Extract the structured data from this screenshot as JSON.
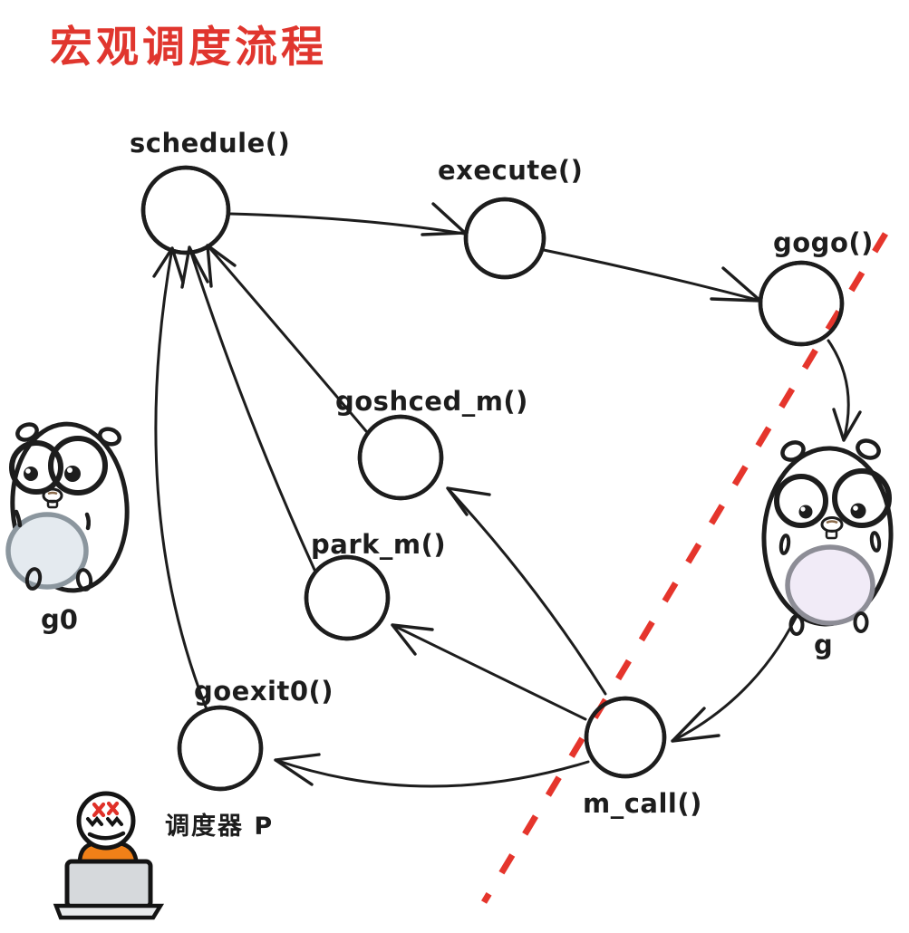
{
  "title": "宏观调度流程",
  "colors": {
    "background": "#ffffff",
    "title_red": "#e0362e",
    "node_stroke": "#1d1d1d",
    "blue_hatch": "#a5d8f8",
    "red_hatch": "#e8362c",
    "dashed_divider": "#e5352c",
    "g0_body": "#b7c9d9",
    "g_body": "#ded2eb",
    "g_ear_green": "#cde9d5",
    "belly_light": "#e4eaef",
    "shirt_orange": "#f08018",
    "laptop_gray": "#d6d9dc"
  },
  "nodes": [
    {
      "id": "schedule",
      "label": "schedule()",
      "style": "blue-hatched"
    },
    {
      "id": "execute",
      "label": "execute()",
      "style": "blue-hatched"
    },
    {
      "id": "gogo",
      "label": "gogo()",
      "style": "blue-hatched"
    },
    {
      "id": "goshced_m",
      "label": "goshced_m()",
      "style": "blue-hatched"
    },
    {
      "id": "park_m",
      "label": "park_m()",
      "style": "blue-hatched"
    },
    {
      "id": "goexit0",
      "label": "goexit0()",
      "style": "blue-hatched"
    },
    {
      "id": "m_call",
      "label": "m_call()",
      "style": "red-hatched"
    }
  ],
  "actors": [
    {
      "id": "g0",
      "label": "g0",
      "type": "gopher-blue-gray"
    },
    {
      "id": "g",
      "label": "g",
      "type": "gopher-purple"
    },
    {
      "id": "scheduler_p",
      "label": "调度器 P",
      "type": "angry-person-at-laptop"
    }
  ],
  "edges": [
    {
      "from": "schedule",
      "to": "execute"
    },
    {
      "from": "execute",
      "to": "gogo"
    },
    {
      "from": "gogo",
      "to": "g"
    },
    {
      "from": "g",
      "to": "m_call"
    },
    {
      "from": "m_call",
      "to": "goshced_m"
    },
    {
      "from": "m_call",
      "to": "park_m"
    },
    {
      "from": "m_call",
      "to": "goexit0"
    },
    {
      "from": "goshced_m",
      "to": "schedule"
    },
    {
      "from": "park_m",
      "to": "schedule"
    },
    {
      "from": "goexit0",
      "to": "schedule"
    }
  ],
  "divider": {
    "style": "red-dashed",
    "meaning": "boundary line"
  }
}
